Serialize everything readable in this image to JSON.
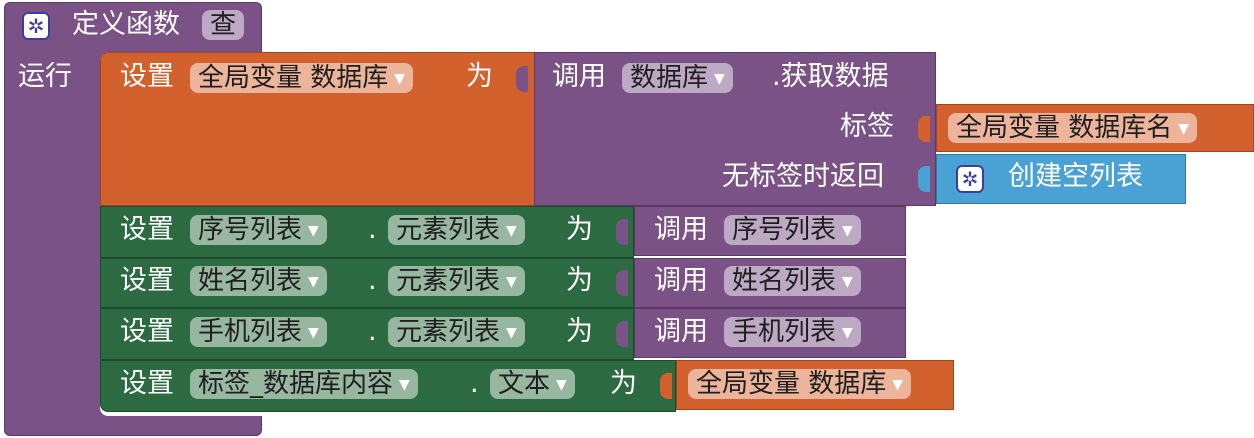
{
  "procedure": {
    "header_label": "定义函数",
    "name": "查",
    "do_label": "运行"
  },
  "line1": {
    "set_label": "设置",
    "var": "全局变量 数据库",
    "to_label": "为",
    "call_label": "调用",
    "component": "数据库",
    "method": ".获取数据",
    "tag_label": "标签",
    "tag_value": "全局变量 数据库名",
    "default_label": "无标签时返回",
    "default_value": "创建空列表"
  },
  "setters": [
    {
      "set_label": "设置",
      "component": "序号列表",
      "dot": ".",
      "property": "元素列表",
      "to_label": "为",
      "call_label": "调用",
      "value": "序号列表"
    },
    {
      "set_label": "设置",
      "component": "姓名列表",
      "dot": ".",
      "property": "元素列表",
      "to_label": "为",
      "call_label": "调用",
      "value": "姓名列表"
    },
    {
      "set_label": "设置",
      "component": "手机列表",
      "dot": ".",
      "property": "元素列表",
      "to_label": "为",
      "call_label": "调用",
      "value": "手机列表"
    }
  ],
  "last": {
    "set_label": "设置",
    "component": "标签_数据库内容",
    "dot": ".",
    "property": "文本",
    "to_label": "为",
    "value": "全局变量 数据库"
  },
  "dropdown_arrow": "▼",
  "icons": [
    "gear-icon"
  ],
  "colors": {
    "procedure": "#7b5286",
    "variable": "#d2612d",
    "component_setter": "#2c6b41",
    "list": "#4aa2d4"
  }
}
